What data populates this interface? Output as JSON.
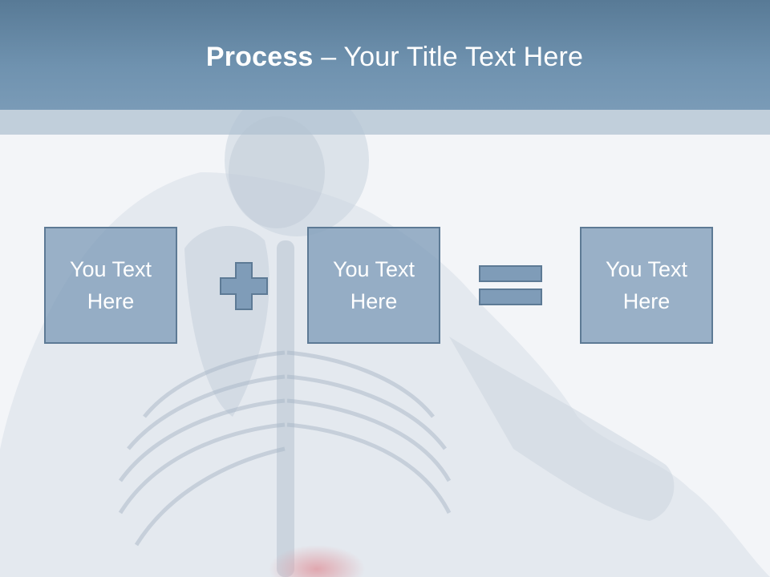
{
  "title": {
    "bold": "Process",
    "rest": " – Your Title Text Here"
  },
  "process": {
    "box1": "You Text Here",
    "box2": "You Text Here",
    "box3": "You Text Here"
  },
  "operators": [
    "plus-icon",
    "equals-icon"
  ],
  "colors": {
    "header": "#6f92af",
    "box_fill": "#7f9cb8",
    "box_border": "#5d7a95",
    "text": "#ffffff",
    "background": "#f3f5f8"
  }
}
